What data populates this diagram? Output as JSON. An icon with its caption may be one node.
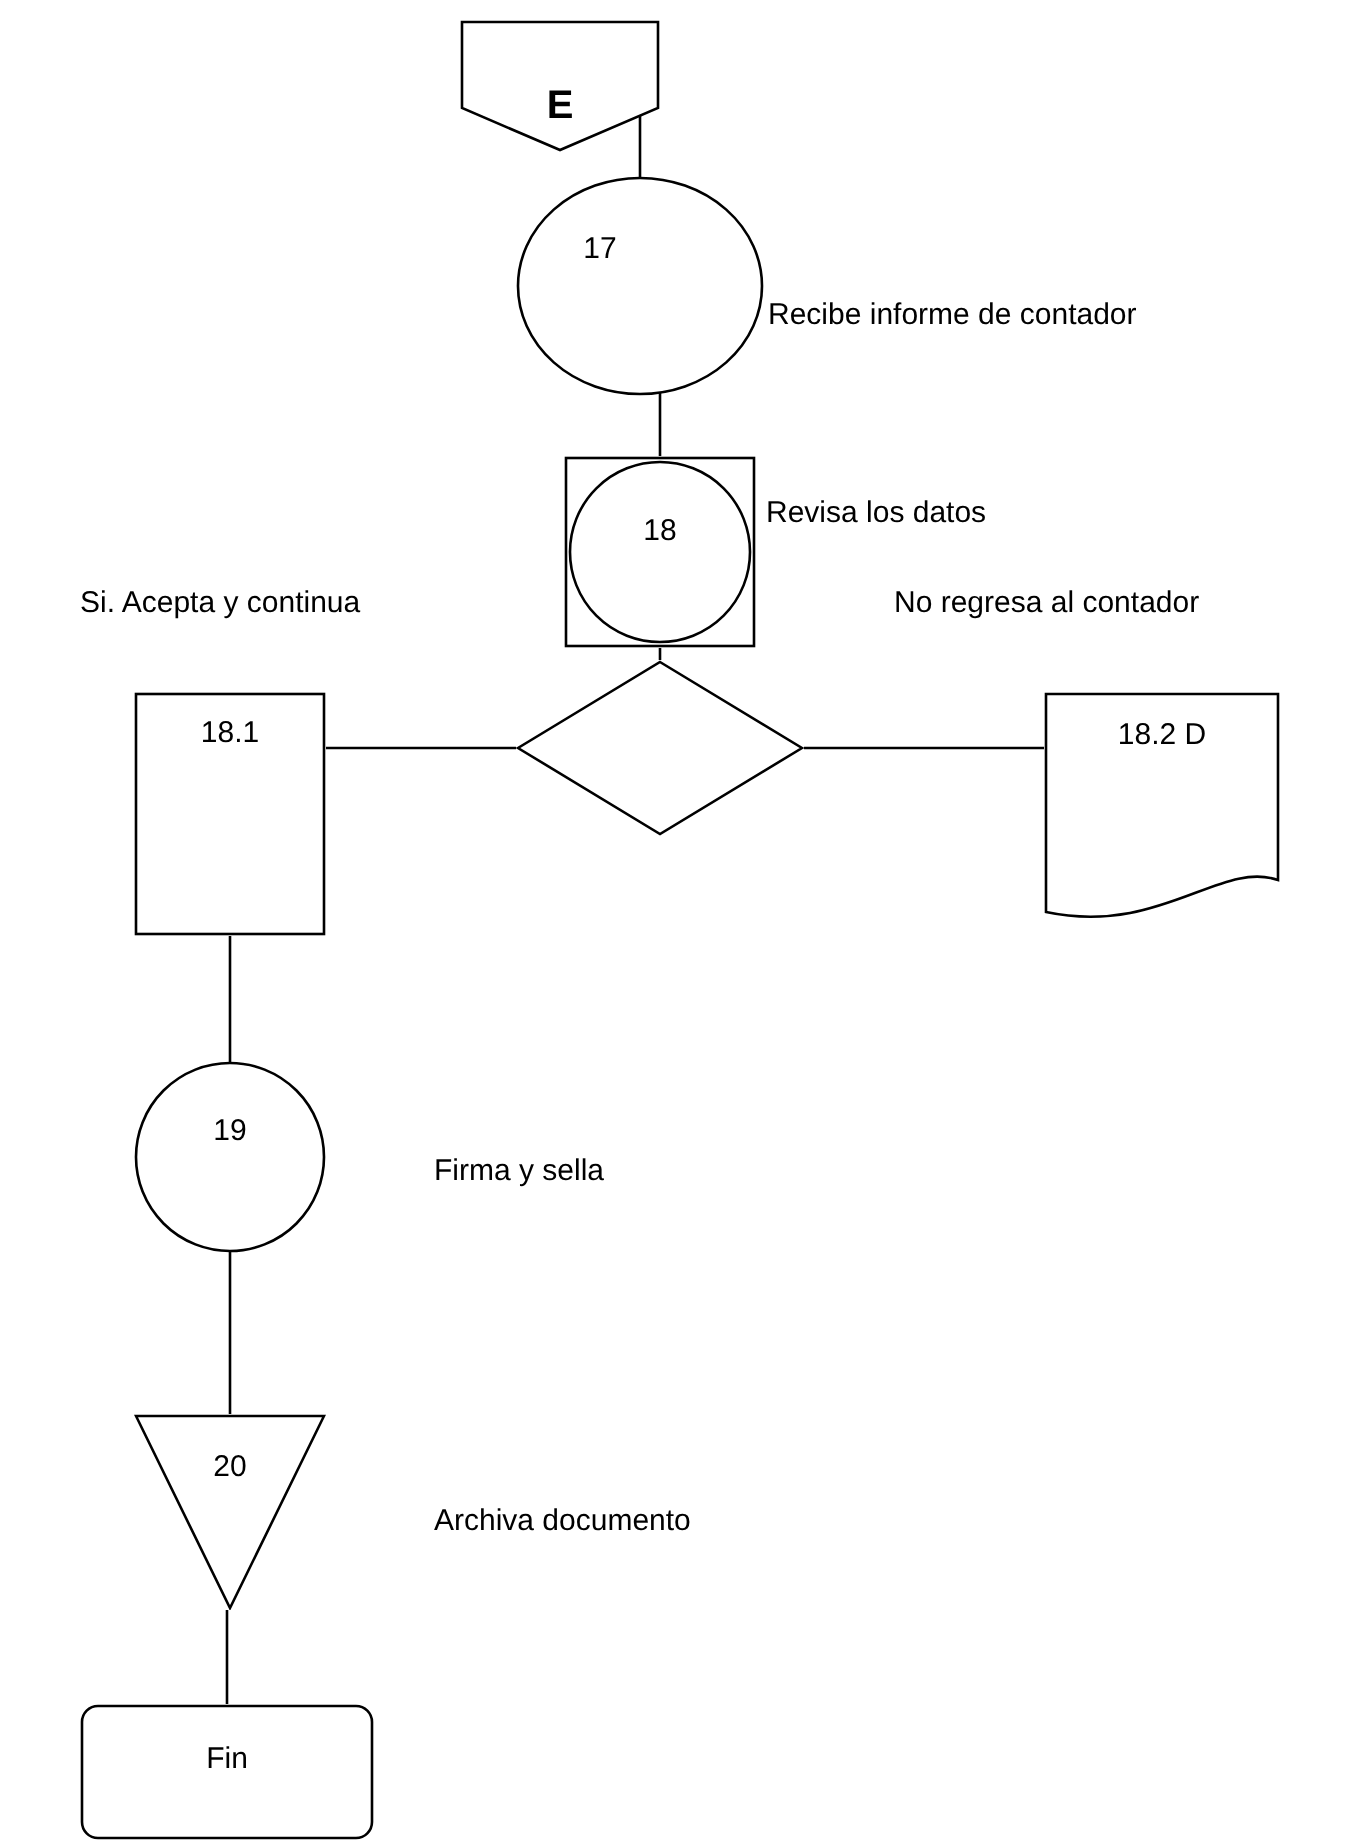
{
  "diagram": {
    "nodes": [
      {
        "text": [
          "E"
        ]
      },
      {
        "text": [
          "17"
        ],
        "beside": [
          "Recibe informe de contador"
        ]
      },
      {
        "text": [
          "18"
        ],
        "beside": [
          "Revisa los datos"
        ]
      },
      {
        "text": [],
        "shape": "diamond"
      },
      {
        "text": [
          "18.1"
        ],
        "beside": [
          "Si. Acepta y continua"
        ]
      },
      {
        "text": [
          "18.2 D"
        ],
        "beside": [
          "No regresa al contador"
        ]
      },
      {
        "text": [
          "19"
        ],
        "beside": [
          "Firma y sella"
        ]
      },
      {
        "text": [
          "20"
        ],
        "beside": [
          "Archiva documento"
        ]
      },
      {
        "text": [
          "Fin"
        ]
      }
    ],
    "edges": [
      {
        "from": 0,
        "to": 1,
        "arrow": "none"
      },
      {
        "from": 1,
        "to": 2,
        "arrow": "none"
      },
      {
        "from": 2,
        "to": 3,
        "arrow": "none"
      },
      {
        "from": 3,
        "to": 4,
        "arrow": "none"
      },
      {
        "from": 3,
        "to": 5,
        "arrow": "none"
      },
      {
        "from": 4,
        "to": 6,
        "arrow": "none"
      },
      {
        "from": 6,
        "to": 7,
        "arrow": "none"
      },
      {
        "from": 7,
        "to": 8,
        "arrow": "none"
      }
    ]
  }
}
